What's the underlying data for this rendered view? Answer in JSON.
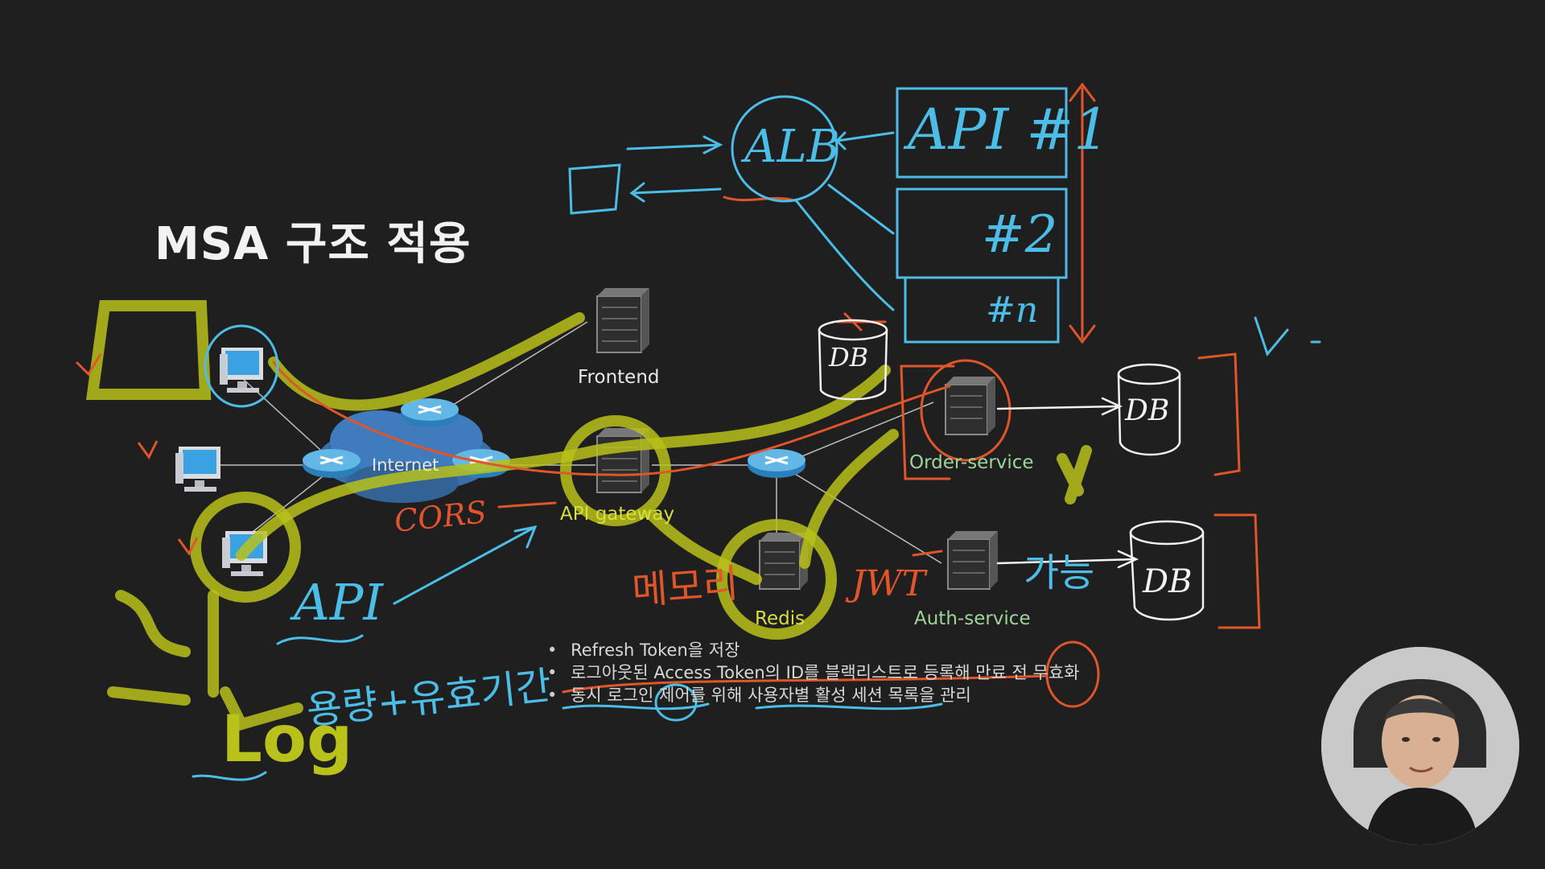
{
  "slide": {
    "title": "MSA 구조 적용",
    "bullets": [
      "Refresh Token을 저장",
      "로그아웃된 Access Token의 ID를 블랙리스트로 등록해 만료 전 무효화",
      "동시 로그인 제어를 위해 사용자별 활성 세션 목록을 관리"
    ]
  },
  "nodes": {
    "frontend": "Frontend",
    "internet": "Internet",
    "api_gateway": "API gateway",
    "redis": "Redis",
    "order_service": "Order-service",
    "auth_service": "Auth-service"
  },
  "annotations": {
    "alb": "ALB",
    "api1": "API #1",
    "api2": "#2",
    "apin": "#n",
    "api_word": "API",
    "jwt": "JWT",
    "db": "DB",
    "cors": "CORS",
    "memory": "메모리",
    "available": "가능",
    "scaling_note": "용량+유효기간",
    "log": "Log"
  },
  "colors": {
    "background": "#1f1f1f",
    "ink_yellow": "#c6cf21",
    "ink_blue": "#4bbde6",
    "ink_orange": "#e0552a",
    "ink_white": "#f2f2f2",
    "node_label": "#e8e8e8",
    "node_label_yellow": "#d8df3a",
    "node_label_green": "#9fd39b"
  },
  "icons": [
    "computer-icon",
    "router-icon",
    "cloud-icon",
    "server-icon",
    "database-icon"
  ]
}
